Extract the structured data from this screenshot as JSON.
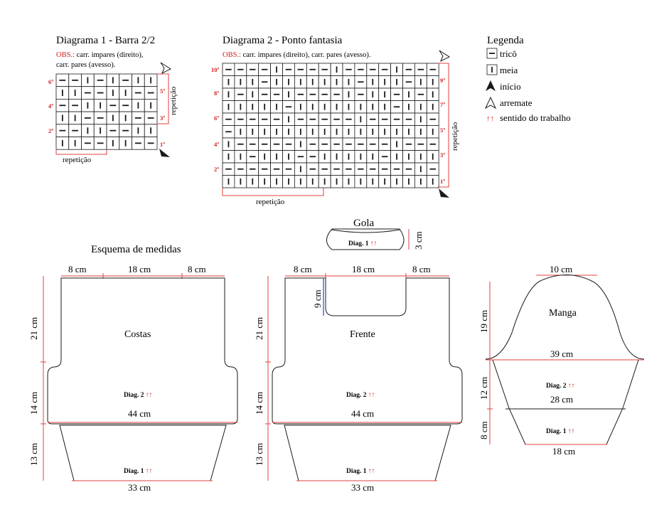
{
  "diagram1": {
    "title": "Diagrama 1 - Barra 2/2",
    "obs_label": "OBS.:",
    "obs_line1": " carr. impares (direito),",
    "obs_line2": "carr. pares (avesso).",
    "rows": [
      "HHVHVHVV",
      "VVHHVVHH",
      "HHVVHHVV",
      "VVHHVVHH",
      "HHVVHHVV",
      "VVHHVVHH"
    ],
    "left_labels": [
      "6º",
      "4º",
      "2º"
    ],
    "right_labels": [
      "5º",
      "3º",
      "1º"
    ],
    "repeat_bottom": "repetição",
    "repeat_side": "repetição"
  },
  "diagram2": {
    "title": "Diagrama 2 - Ponto fantasia",
    "obs_label": "OBS.:",
    "obs_text": " carr. impares (direito), carr. pares (avesso).",
    "rows": [
      "HHHHVHHHHVHHHHVHHH",
      "VVVHVVVVVVVHVVVHVV",
      "VHVHHVHHHHVHVVHVHV",
      "VVVVVHVVVVVVVVHVVV",
      "HHHHHVHHHHHVHHHHVH",
      "HVVVVVVVVVVVVVVVVV",
      "VHHHHHVHHHHHHHVHHH",
      "VVHVVVHHVVVVVHVVVV",
      "HHHHHHVHHHHHHHHHVH",
      "VVVVVVVVVVVVVVVVVV"
    ],
    "left_labels": [
      "10º",
      "8º",
      "6º",
      "4º",
      "2º"
    ],
    "right_labels": [
      "9º",
      "7º",
      "5º",
      "3º",
      "1º"
    ],
    "repeat_bottom": "repetição",
    "repeat_side": "repetição"
  },
  "legend": {
    "title": "Legenda",
    "trico": "tricô",
    "meia": "meia",
    "inicio": "início",
    "arremate": "arremate",
    "sentido": "sentido do trabalho",
    "arrows": "↑↑"
  },
  "gola": {
    "title": "Gola",
    "diag_label": "Diag. 1",
    "arrows": "↑↑",
    "height": "3 cm"
  },
  "schema_title": "Esquema de medidas",
  "costas": {
    "name": "Costas",
    "top_left": "8 cm",
    "top_mid": "18 cm",
    "top_right": "8 cm",
    "side_top": "21 cm",
    "side_mid": "14 cm",
    "side_bottom": "13 cm",
    "width_mid": "44 cm",
    "width_bottom": "33 cm",
    "diag2": "Diag. 2",
    "diag1": "Diag. 1",
    "arrows": "↑↑"
  },
  "frente": {
    "name": "Frente",
    "top_left": "8 cm",
    "top_mid": "18 cm",
    "top_right": "8  cm",
    "neck_depth": "9 cm",
    "side_top": "21 cm",
    "side_mid": "14 cm",
    "side_bottom": "13 cm",
    "width_mid": "44 cm",
    "width_bottom": "33 cm",
    "diag2": "Diag. 2",
    "diag1": "Diag. 1",
    "arrows": "↑↑"
  },
  "manga": {
    "name": "Manga",
    "top": "10 cm",
    "cap_height": "19 cm",
    "width_upper": "39 cm",
    "mid_height": "12 cm",
    "width_mid": "28 cm",
    "low_height": "8 cm",
    "width_bottom": "18 cm",
    "diag2": "Diag. 2",
    "diag1": "Diag. 1",
    "arrows": "↑↑"
  },
  "colors": {
    "red": "#d42020",
    "line_red": "#e04040",
    "blue": "#3a78d0",
    "ink": "#1a1a1a"
  }
}
